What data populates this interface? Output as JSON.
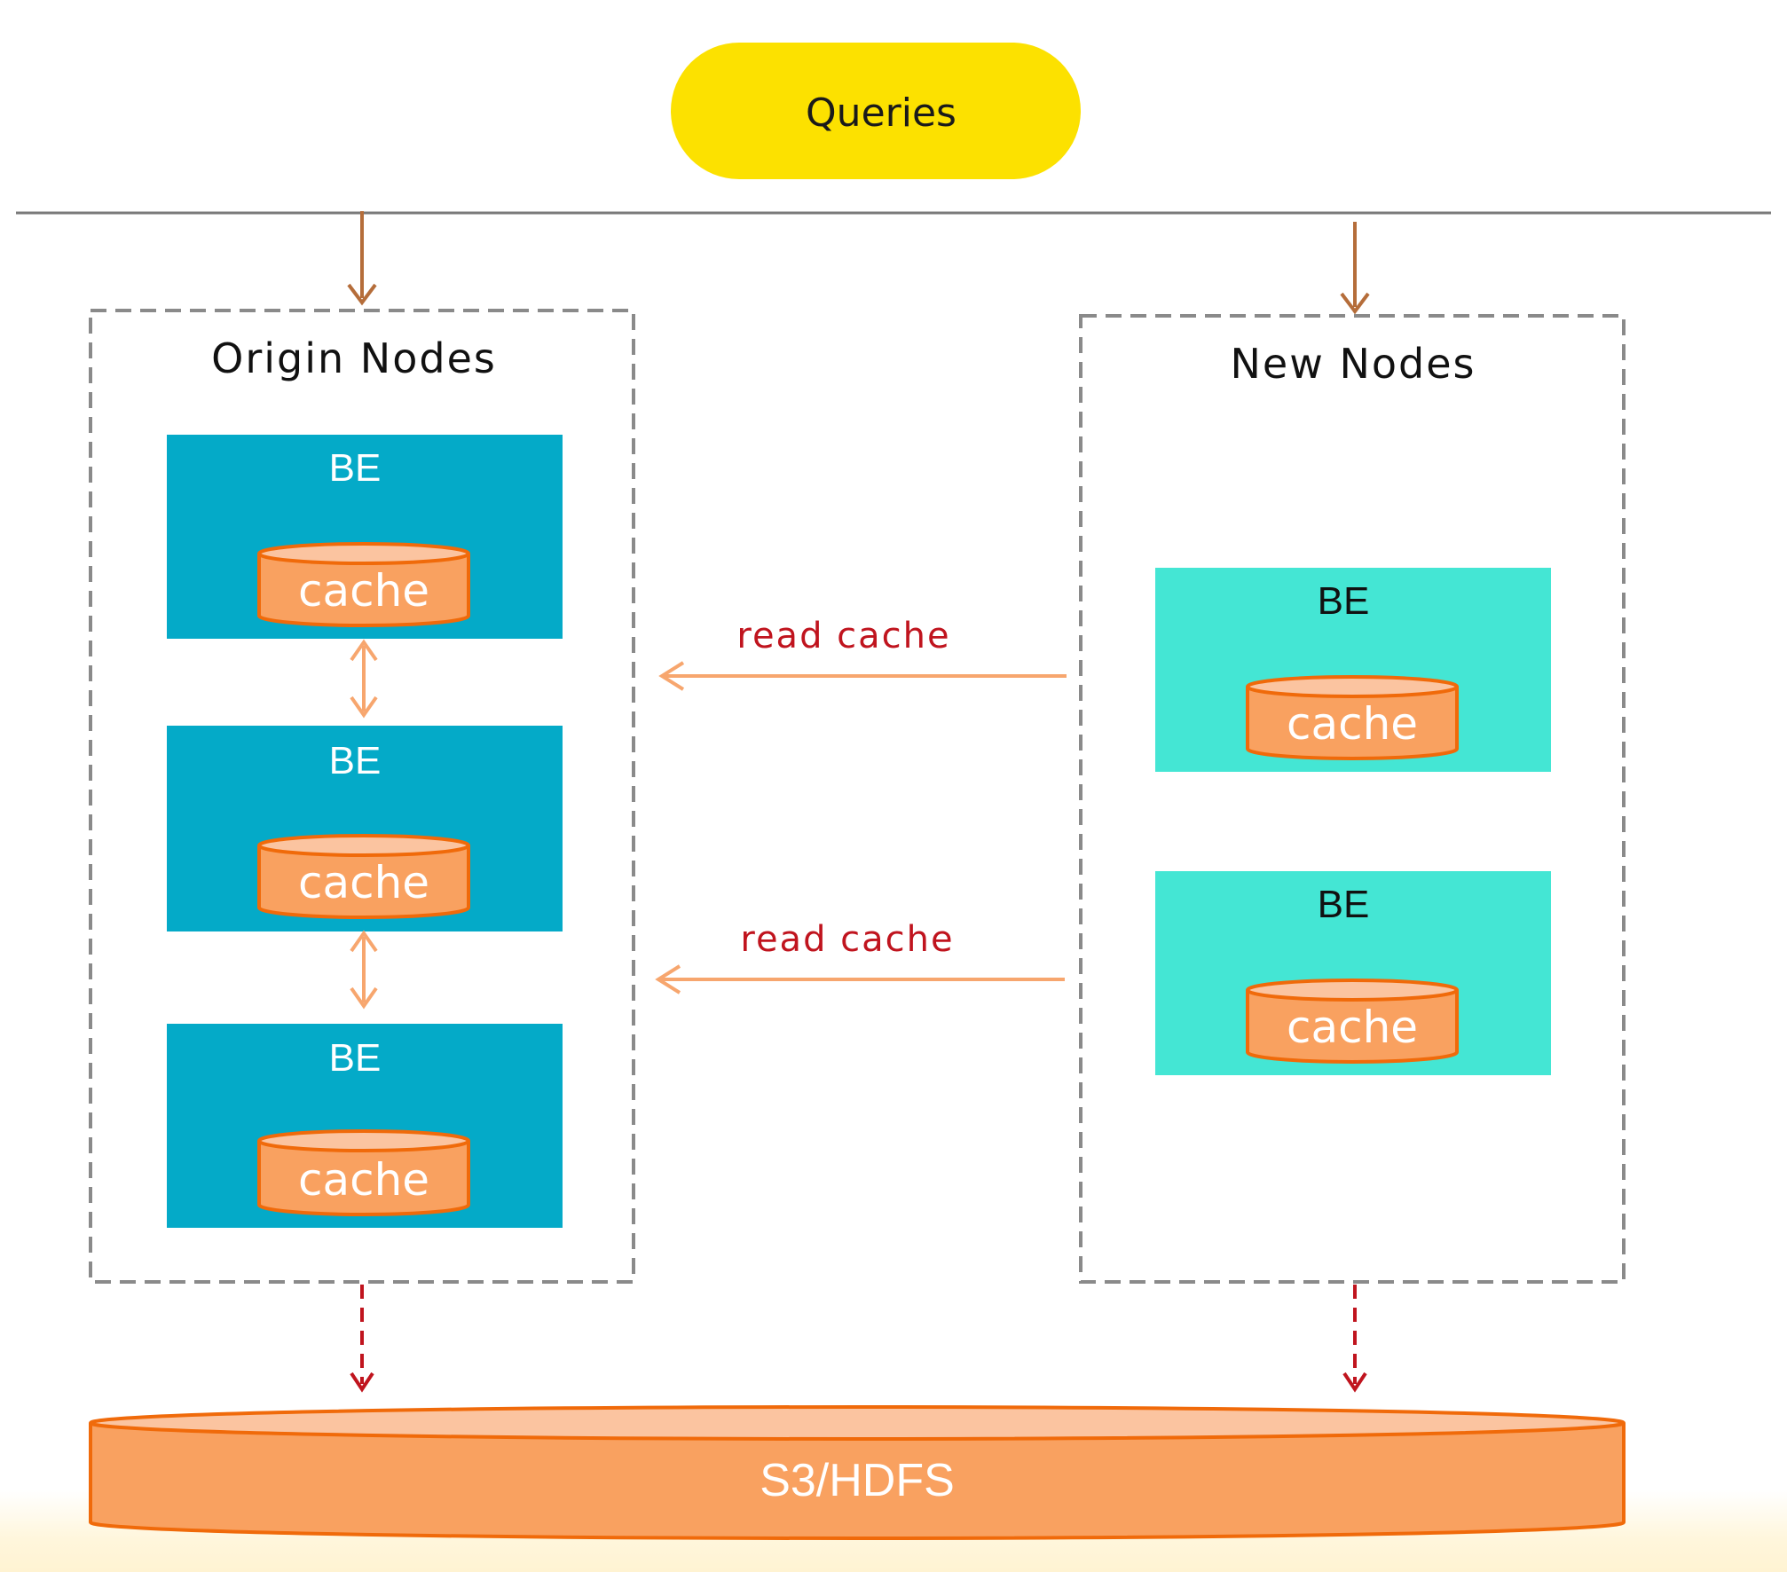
{
  "queries": {
    "label": "Queries"
  },
  "origin": {
    "title": "Origin Nodes",
    "nodes": [
      {
        "be_label": "BE",
        "cache_label": "cache"
      },
      {
        "be_label": "BE",
        "cache_label": "cache"
      },
      {
        "be_label": "BE",
        "cache_label": "cache"
      }
    ]
  },
  "new_nodes": {
    "title": "New Nodes",
    "nodes": [
      {
        "be_label": "BE",
        "cache_label": "cache"
      },
      {
        "be_label": "BE",
        "cache_label": "cache"
      }
    ]
  },
  "flows": [
    {
      "label": "read cache"
    },
    {
      "label": "read cache"
    }
  ],
  "storage": {
    "label": "S3/HDFS"
  },
  "colors": {
    "query_pill": "#fce100",
    "origin_be": "#04aac8",
    "new_be": "#44e6d4",
    "cache_fill": "#f9a160",
    "cache_top": "#fbc4a0",
    "cache_stroke": "#f06a0a",
    "arrow_brown": "#b56d3a",
    "flow_arrow": "#f7a66e",
    "flow_text": "#c0141e",
    "dashed_arrow": "#c0141e",
    "dashed_box": "#8a8a8a"
  }
}
